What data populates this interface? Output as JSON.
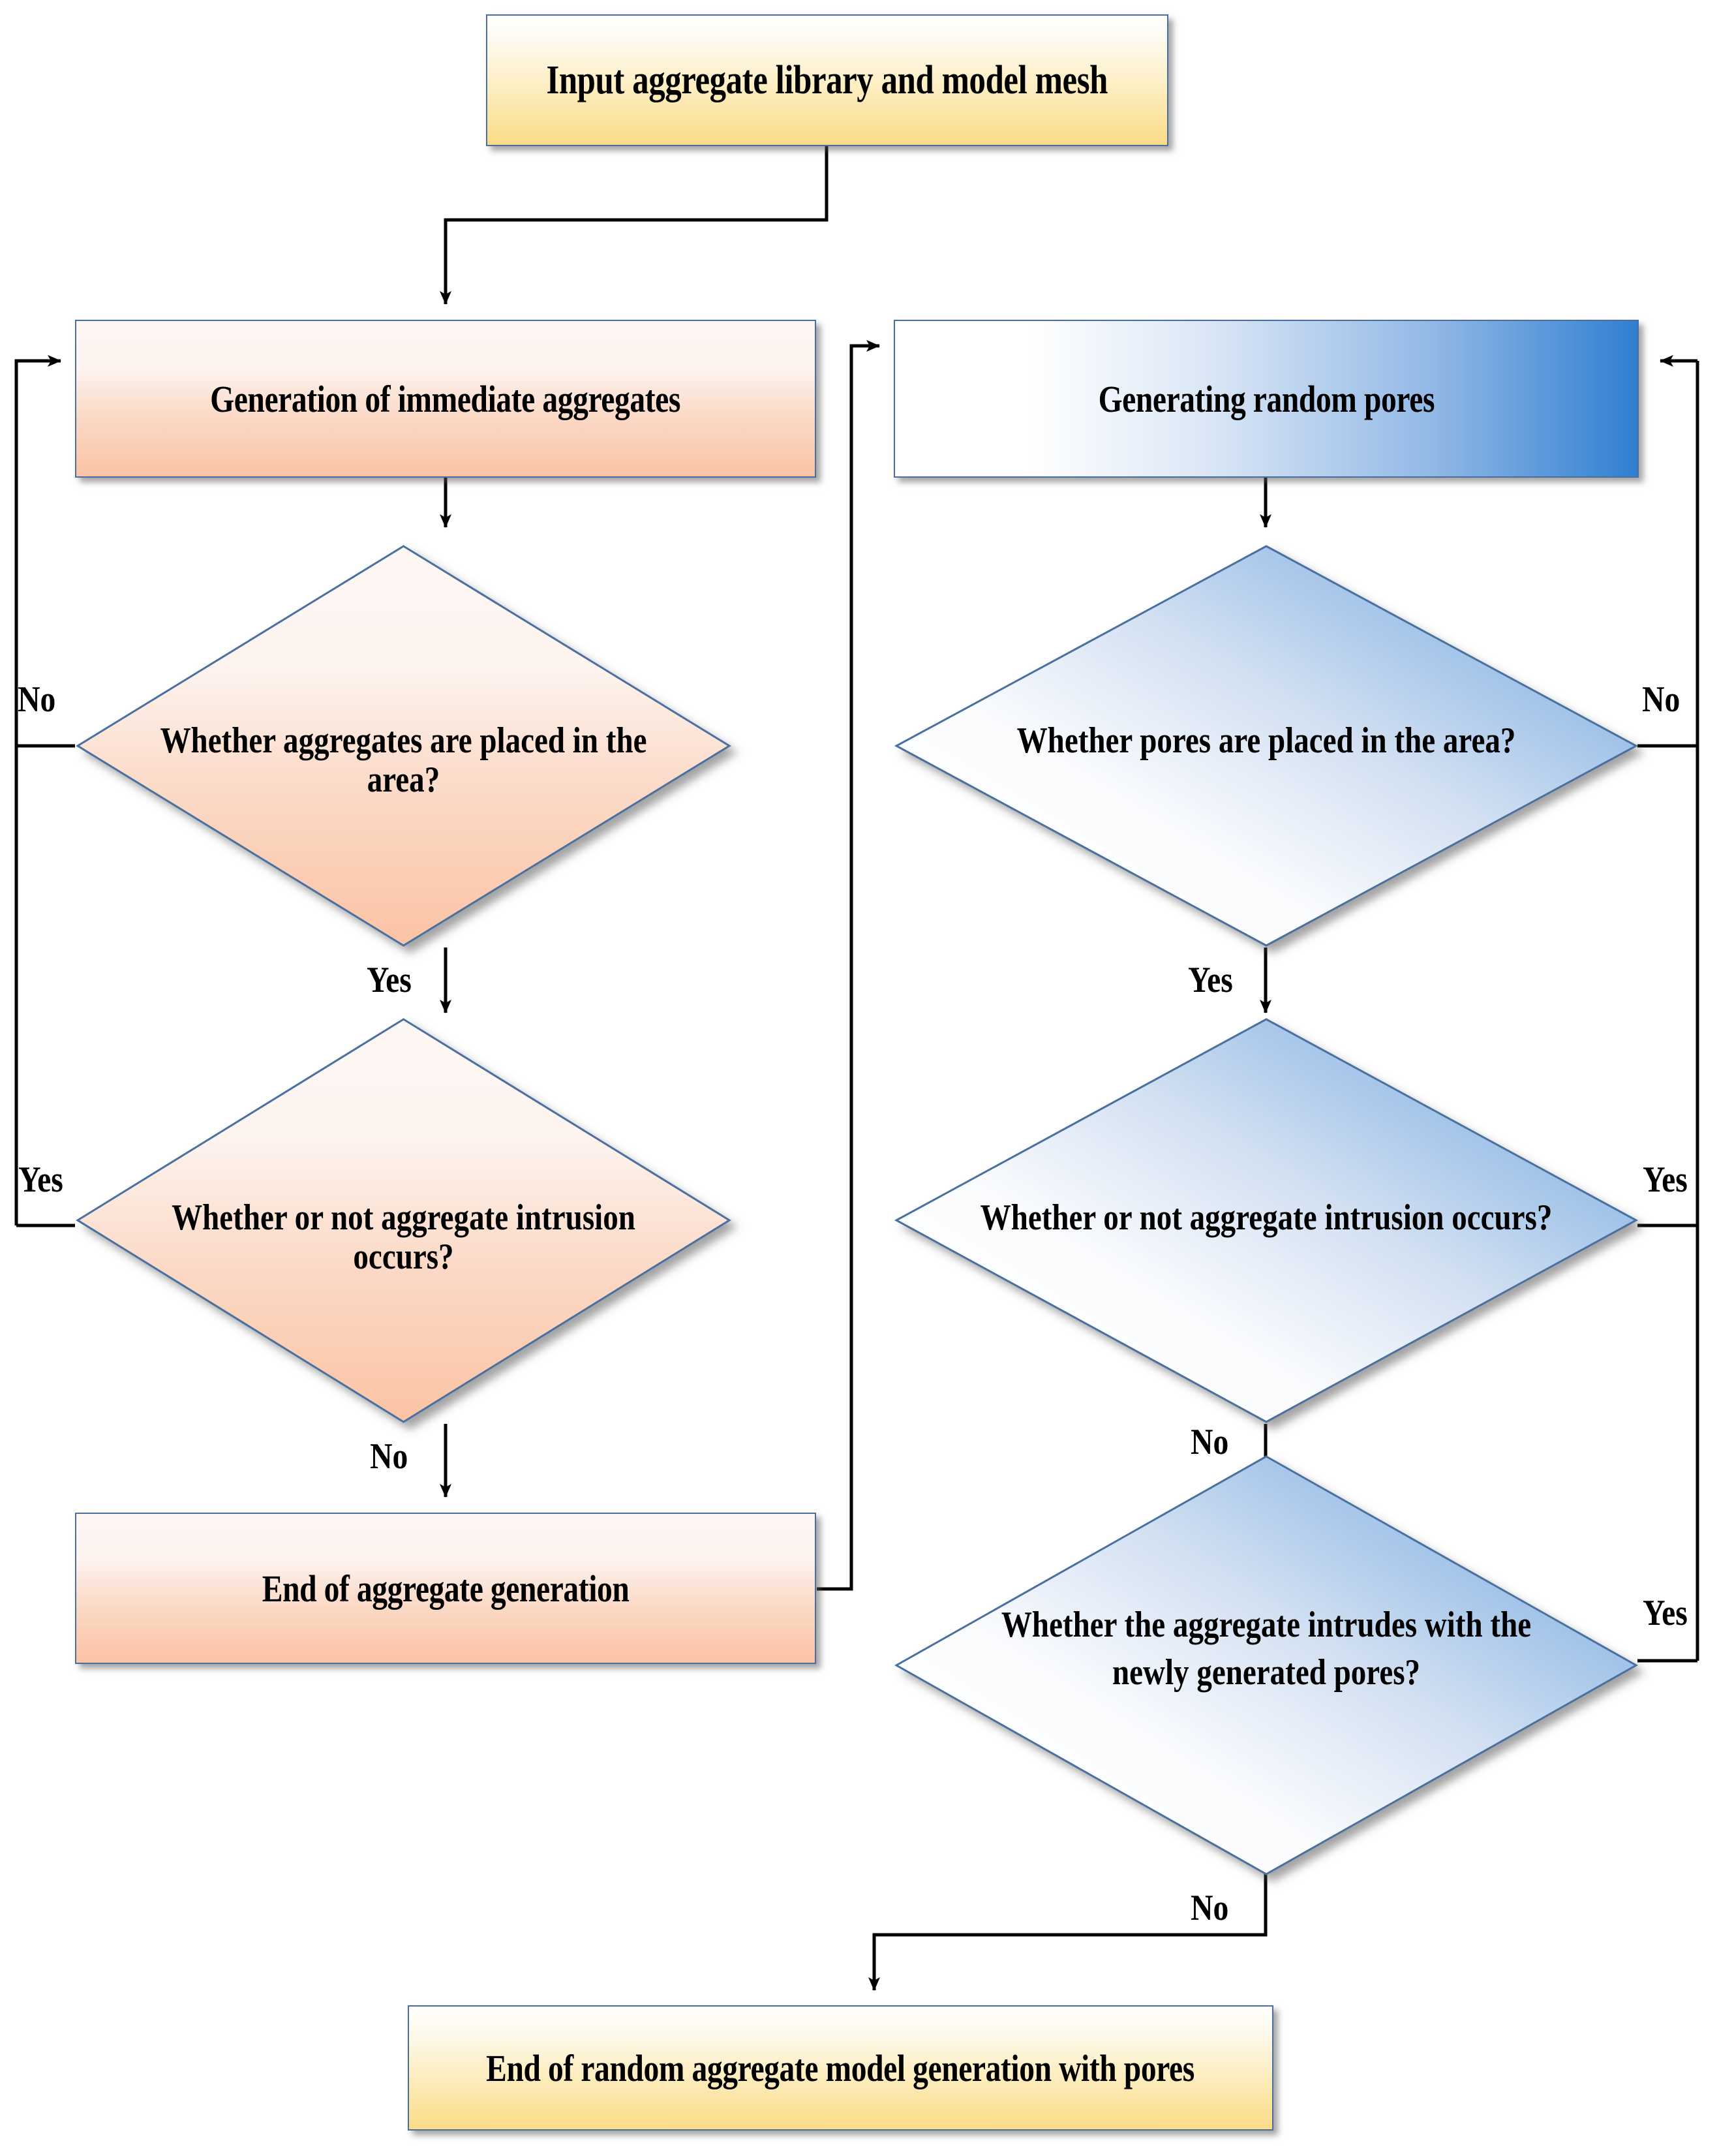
{
  "diagram": {
    "type": "flowchart",
    "title": "Random aggregate model generation with pores",
    "colors": {
      "start_end_fill": "#fbdb86",
      "aggregate_branch_fill": "#fbc3a4",
      "pore_branch_fill": "#2f7fd1",
      "node_border": "#4a6f9e",
      "connector": "#000000"
    }
  },
  "nodes": {
    "input": {
      "label": "Input aggregate library and model mesh",
      "shape": "process",
      "color": "yellow"
    },
    "gen_aggregates": {
      "label": "Generation of immediate aggregates",
      "shape": "process",
      "color": "orange"
    },
    "gen_pores": {
      "label": "Generating random pores",
      "shape": "process",
      "color": "blue"
    },
    "agg_placed": {
      "label": "Whether aggregates are placed in the area?",
      "shape": "decision",
      "color": "orange"
    },
    "agg_intrusion": {
      "label": "Whether or not aggregate intrusion occurs?",
      "shape": "decision",
      "color": "orange"
    },
    "end_aggregate": {
      "label": "End of aggregate generation",
      "shape": "process",
      "color": "orange"
    },
    "pores_placed": {
      "label": "Whether pores are placed  in the area?",
      "shape": "decision",
      "color": "blue"
    },
    "pore_intrusion": {
      "label": "Whether or not aggregate intrusion occurs?",
      "shape": "decision",
      "color": "blue"
    },
    "agg_pore_intrusion_l1": {
      "label": "Whether the aggregate intrudes with the",
      "shape": "decision",
      "color": "blue"
    },
    "agg_pore_intrusion_l2": {
      "label": "newly generated pores?",
      "shape": "decision",
      "color": "blue"
    },
    "end_model": {
      "label": "End of random aggregate model generation with pores",
      "shape": "process",
      "color": "yellow"
    }
  },
  "edge_labels": {
    "agg_placed_no": "No",
    "agg_placed_yes": "Yes",
    "agg_intrusion_yes": "Yes",
    "agg_intrusion_no": "No",
    "pores_placed_no": "No",
    "pores_placed_yes": "Yes",
    "pore_intrusion_yes": "Yes",
    "pore_intrusion_no": "No",
    "agg_pore_yes": "Yes",
    "agg_pore_no": "No"
  }
}
